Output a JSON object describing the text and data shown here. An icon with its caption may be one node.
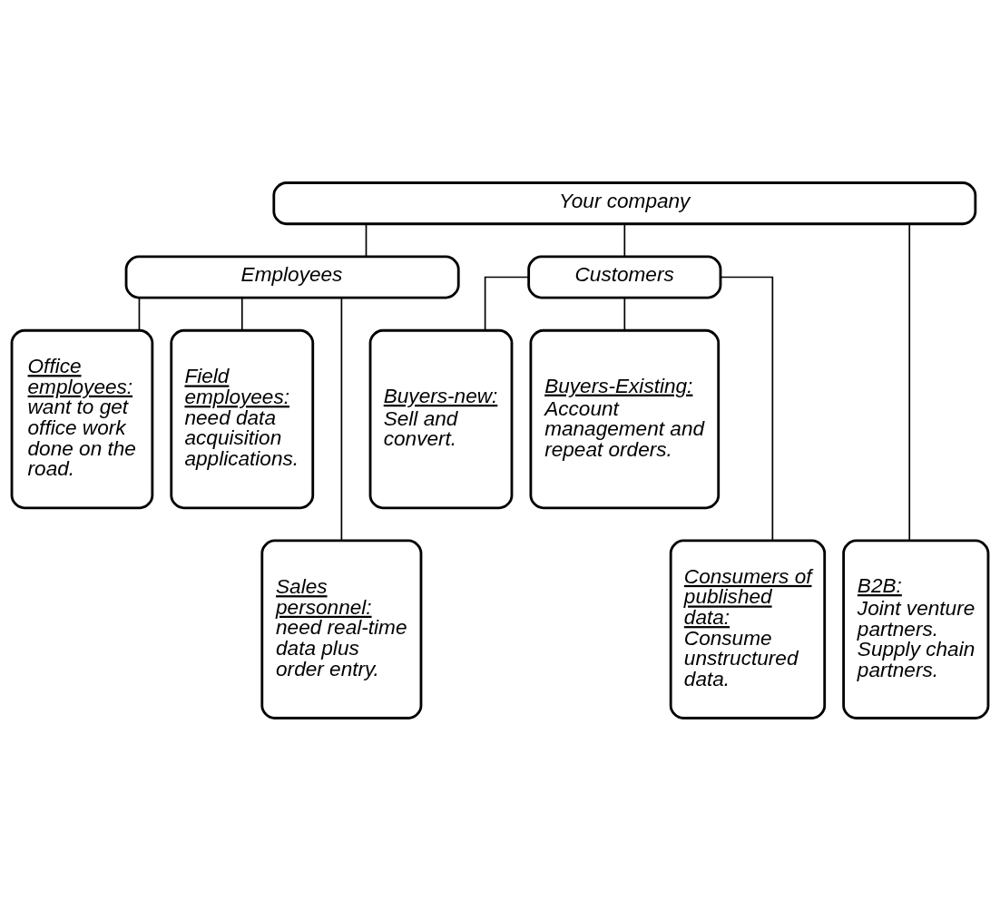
{
  "diagram": {
    "nodes": [
      {
        "text": [
          "Your company"
        ]
      },
      {
        "text": [
          "Employees"
        ]
      },
      {
        "text": [
          "Customers"
        ]
      },
      {
        "text": [
          "Office employees:",
          "want to get office work done on the road."
        ]
      },
      {
        "text": [
          "Field employees:",
          "need data acquisition applications."
        ]
      },
      {
        "text": [
          "Sales personnel:",
          "need real-time data plus order entry."
        ]
      },
      {
        "text": [
          "B2B:",
          "Joint venture partners. Supply chain partners."
        ]
      },
      {
        "text": [
          "Buyers-new:",
          "Sell and convert."
        ]
      },
      {
        "text": [
          "Buyers-Existing:",
          "Account management and repeat orders."
        ]
      },
      {
        "text": [
          "Consumers of published data:",
          "Consume unstructured data."
        ]
      }
    ],
    "edges": [
      {
        "from": 0,
        "to": 1,
        "arrow": "none"
      },
      {
        "from": 0,
        "to": 6,
        "arrow": "none"
      },
      {
        "from": 0,
        "to": 2,
        "arrow": "none"
      },
      {
        "from": 1,
        "to": 3,
        "arrow": "none"
      },
      {
        "from": 1,
        "to": 5,
        "arrow": "none"
      },
      {
        "from": 1,
        "to": 4,
        "arrow": "none"
      },
      {
        "from": 2,
        "to": 7,
        "arrow": "none"
      },
      {
        "from": 2,
        "to": 9,
        "arrow": "none"
      },
      {
        "from": 2,
        "to": 8,
        "arrow": "none"
      }
    ]
  }
}
